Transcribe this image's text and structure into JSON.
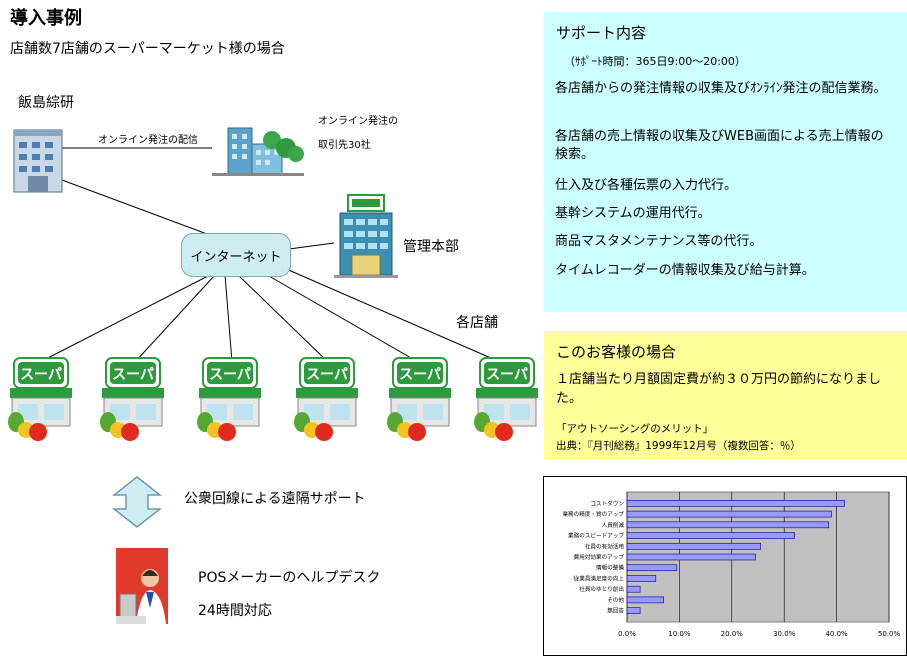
{
  "header": {
    "title": "導入事例",
    "subtitle": "店舗数7店舗のスーパーマーケット様の場合"
  },
  "diagram": {
    "company_label": "飯島綜研",
    "edge_label": "オンライン発注の配信",
    "vendor_label_line1": "オンライン発注の",
    "vendor_label_line2": "取引先30社",
    "internet_label": "インターネット",
    "hq_label": "管理本部",
    "stores_label": "各店舗",
    "store_sign": "スーパ",
    "store_count": 6,
    "remote_support_label": "公衆回線による遠隔サポート",
    "helpdesk_label": "POSメーカーのヘルプデスク",
    "helpdesk_hours": "24時間対応"
  },
  "support": {
    "heading": "サポート内容",
    "hours": "（ｻﾎﾟｰﾄ時間：365日9:00～20:00）",
    "items": [
      "各店舗からの発注情報の収集及びｵﾝﾗｲﾝ発注の配信業務。",
      "各店舗の売上情報の収集及びWEB画面による売上情報の検索。",
      "仕入及び各種伝票の入力代行。",
      "基幹システムの運用代行。",
      "商品マスタメンテナンス等の代行。",
      "タイムレコーダーの情報収集及び給与計算。"
    ]
  },
  "case": {
    "heading": "このお客様の場合",
    "body": "１店舗当たり月額固定費が約３０万円の節約になりました。",
    "source_line1": "「アウトソーシングのメリット」",
    "source_line2": "出典：『月刊総務』1999年12月号（複数回答：％）"
  },
  "colors": {
    "support_bg": "#ccffff",
    "case_bg": "#ffff99",
    "bar_fill": "#9999ff",
    "plot_bg": "#c0c0c0",
    "store_green": "#2e9a3e"
  },
  "chart_data": {
    "type": "bar",
    "orientation": "horizontal",
    "categories": [
      "コストダウン",
      "業務の精度・質のアップ",
      "人員削減",
      "業務のスピードアップ",
      "社員の有効活用",
      "費用対効果のアップ",
      "情報の整備",
      "従業員満足度の向上",
      "社員のゆとり創出",
      "その他",
      "無回答"
    ],
    "values": [
      41.5,
      39,
      38.5,
      32,
      25.5,
      24.5,
      9.5,
      5.5,
      2.5,
      7,
      2.5
    ],
    "xlim": [
      0,
      50
    ],
    "ticks": [
      "0.0%",
      "10.0%",
      "20.0%",
      "30.0%",
      "40.0%",
      "50.0%"
    ],
    "grid": true
  }
}
